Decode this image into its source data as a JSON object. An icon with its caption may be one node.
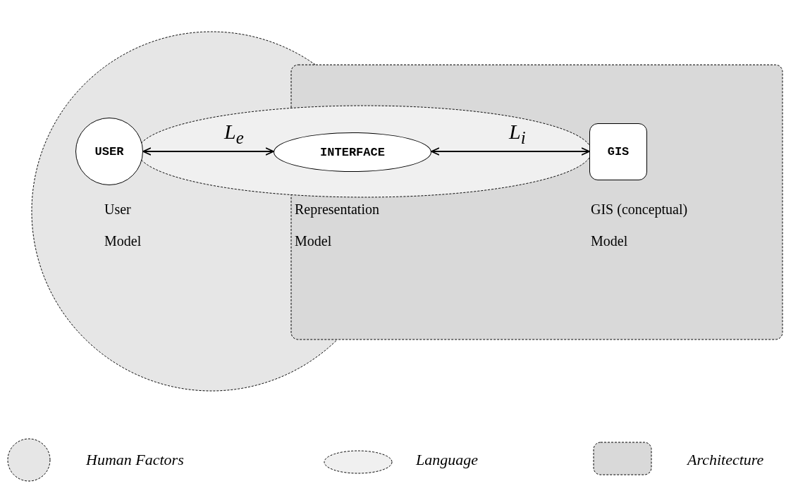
{
  "diagram": {
    "nodes": [
      {
        "text": [
          "USER"
        ]
      },
      {
        "text": [
          "INTERFACE"
        ]
      },
      {
        "text": [
          "GIS"
        ]
      }
    ],
    "edges": [
      {
        "from": 0,
        "to": 1,
        "arrow": "both",
        "label": "L$_{e}$"
      },
      {
        "from": 1,
        "to": 2,
        "arrow": "both",
        "label": "L$_{i}$"
      }
    ],
    "labels": [
      "User Model",
      "Representation Model",
      "GIS (conceptual) Model"
    ],
    "legend": [
      {
        "text": "Human Factors"
      },
      {
        "text": "Language"
      },
      {
        "text": "Architecture"
      }
    ]
  }
}
